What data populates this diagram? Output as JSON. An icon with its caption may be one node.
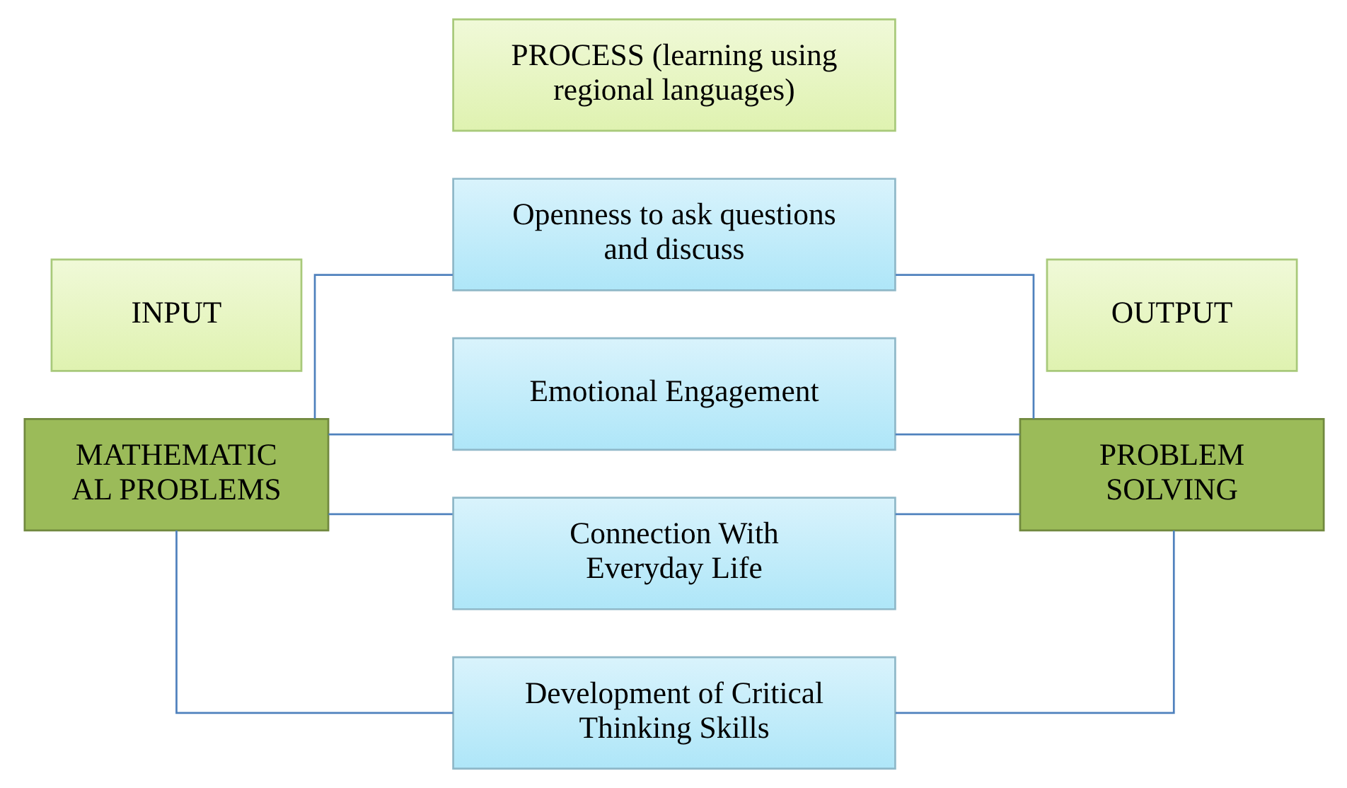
{
  "diagram": {
    "nodes": [
      {
        "text": [
          "MATHEMATIC AL PROBLEMS"
        ]
      },
      {
        "text": [
          "Openness to ask questions and discuss"
        ]
      },
      {
        "text": [
          "Emotional Engagement"
        ]
      },
      {
        "text": [
          "Connection With Everyday Life"
        ]
      },
      {
        "text": [
          "Development of Critical Thinking Skills"
        ]
      },
      {
        "text": [
          "PROBLEM SOLVING"
        ]
      },
      {
        "text": [
          "INPUT"
        ]
      },
      {
        "text": [
          "OUTPUT"
        ]
      },
      {
        "text": [
          "PROCESS (learning using regional languages)"
        ]
      }
    ],
    "edges": [
      {
        "from": 0,
        "to": 1,
        "arrow": "none"
      },
      {
        "from": 0,
        "to": 2,
        "arrow": "none"
      },
      {
        "from": 0,
        "to": 3,
        "arrow": "none"
      },
      {
        "from": 0,
        "to": 4,
        "arrow": "none"
      },
      {
        "from": 1,
        "to": 5,
        "arrow": "none"
      },
      {
        "from": 2,
        "to": 5,
        "arrow": "none"
      },
      {
        "from": 3,
        "to": 5,
        "arrow": "none"
      },
      {
        "from": 4,
        "to": 5,
        "arrow": "none"
      }
    ]
  }
}
